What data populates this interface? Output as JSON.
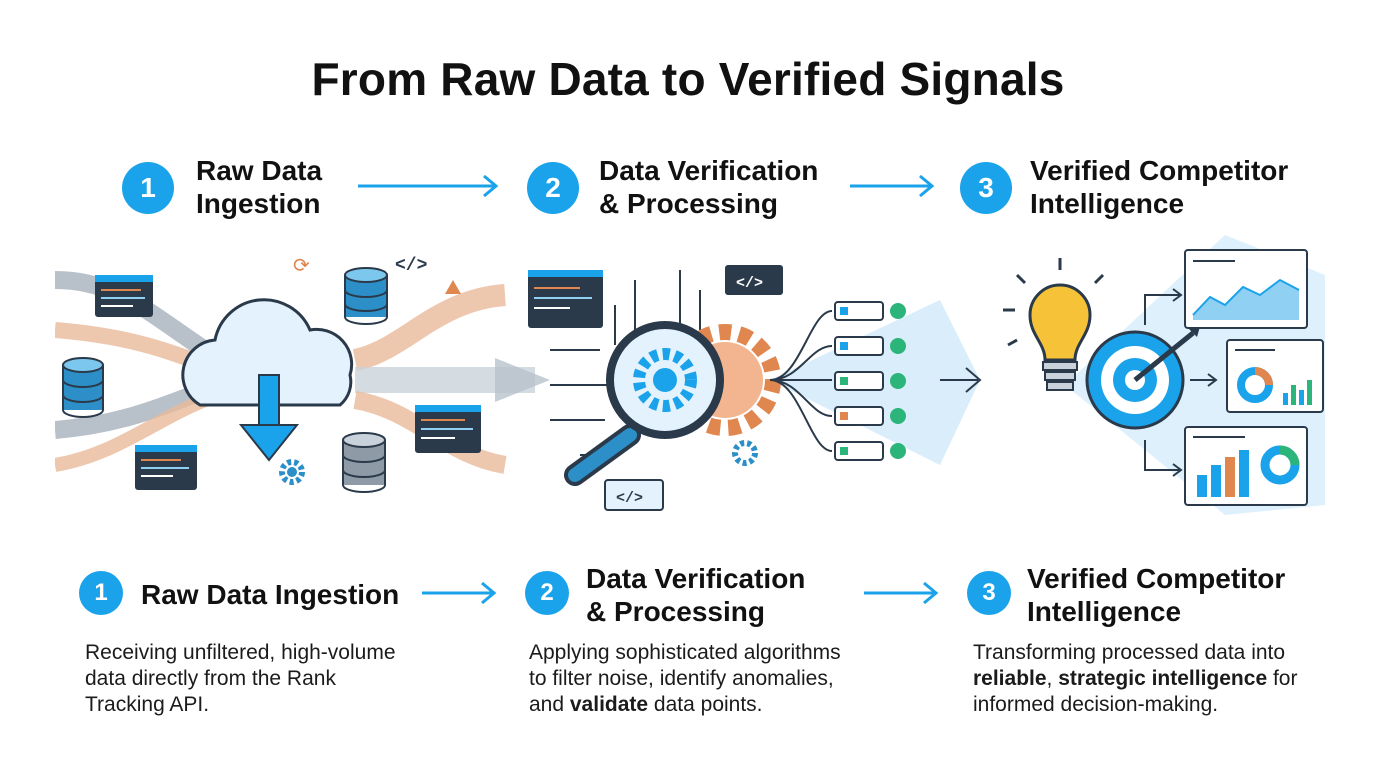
{
  "title": "From Raw Data to Verified Signals",
  "colors": {
    "accent": "#1aa3ea",
    "dark": "#2b3a4a",
    "orange": "#e0864f",
    "light_blue": "#cfe9f9"
  },
  "top_steps": [
    {
      "number": "1",
      "line1": "Raw Data",
      "line2": "Ingestion"
    },
    {
      "number": "2",
      "line1": "Data Verification",
      "line2": "& Processing"
    },
    {
      "number": "3",
      "line1": "Verified Competitor",
      "line2": "Intelligence"
    }
  ],
  "bottom_steps": [
    {
      "number": "1",
      "line1": "Raw Data Ingestion",
      "line2": "",
      "desc": {
        "l1": "Receiving unfiltered, high-volume",
        "l2": "data directly from the Rank",
        "l3": "Tracking API."
      }
    },
    {
      "number": "2",
      "line1": "Data Verification",
      "line2": "& Processing",
      "desc": {
        "l1": "Applying sophisticated algorithms",
        "l2": "to filter noise, identify anomalies,",
        "l3_pre": "and ",
        "l3_bold": "validate",
        "l3_post": " data points."
      }
    },
    {
      "number": "3",
      "line1": "Verified Competitor",
      "line2": "Intelligence",
      "desc": {
        "l1": "Transforming processed data into",
        "l2_bold1": "reliable",
        "l2_mid": ", ",
        "l2_bold2": "strategic intelligence",
        "l2_post": " for",
        "l3": "informed decision-making."
      }
    }
  ],
  "icons": {
    "code_tag": "</>",
    "illustration_1": [
      "cloud-download-icon",
      "database-icon",
      "code-window-icon",
      "gear-icon"
    ],
    "illustration_2": [
      "magnifier-gear-icon",
      "checklist-icon",
      "code-window-icon"
    ],
    "illustration_3": [
      "lightbulb-icon",
      "target-arrow-icon",
      "dashboard-chart-icon"
    ]
  }
}
